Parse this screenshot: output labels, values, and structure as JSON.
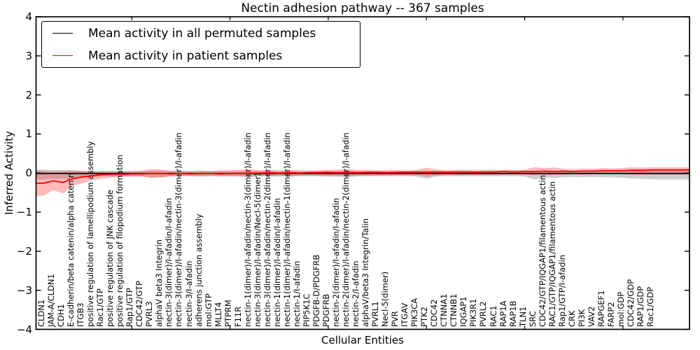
{
  "title": "Nectin adhesion pathway -- 367 samples",
  "axes": {
    "xlabel": "Cellular Entities",
    "ylabel": "Inferred Activity",
    "ytick_labels": [
      "4",
      "3",
      "2",
      "1",
      "0",
      "−1",
      "−2",
      "−3",
      "−4"
    ],
    "ytick_values": [
      4,
      3,
      2,
      1,
      0,
      -1,
      -2,
      -3,
      -4
    ]
  },
  "legend": {
    "position": "upper left",
    "items": [
      {
        "label": "Mean activity in all permuted samples",
        "color": "#000000"
      },
      {
        "label": "Mean activity in patient samples",
        "color": "#ff0000"
      }
    ]
  },
  "chart_data": {
    "type": "line",
    "title": "Nectin adhesion pathway -- 367 samples",
    "xlabel": "Cellular Entities",
    "ylabel": "Inferred Activity",
    "ylim": [
      -4,
      4
    ],
    "grid": false,
    "legend_position": "upper left",
    "zero_reference_line": {
      "style": "dotted",
      "color": "#000000",
      "y": 0
    },
    "x_major_tick_entities": [
      10,
      20,
      30,
      40,
      50,
      60
    ],
    "categories": [
      "CLDN1",
      "JAM-A/CLDN1",
      "CDH1",
      "E-cadherin/beta catenin/alpha catenin",
      "ITGB3",
      "positive regulation of lamellipodium assembly",
      "Rac1/GTP",
      "positive regulation of JNK cascade",
      "positive regulation of filopodium formation",
      "Rap1/GTP",
      "CDC42/GTP",
      "PVRL3",
      "alphaV beta3 Integrin",
      "nectin-3(dimer)/I-afadin/I-afadin",
      "nectin-3(dimer)/I-afadin/nectin-3(dimer)/I-afadin",
      "nectin-3/I-afadin",
      "adherens junction assembly",
      "mol:GTP",
      "MLLT4",
      "PTPRM",
      "F11R",
      "nectin-1(dimer)/I-afadin/nectin-3(dimer)/I-afadin",
      "nectin-3(dimer)/I-afadin/Necl-5(dimer)",
      "nectin-3(dimer)/I-afadin/nectin-2(dimer)/I-afadin",
      "nectin-1(dimer)/I-afadin/I-afadin",
      "nectin-1(dimer)/I-afadin/nectin-1(dimer)/I-afadin",
      "nectin-1/I-afadin",
      "PIP5K1C",
      "PDGFB-D/PDGFRB",
      "PDGFRB",
      "nectin-2(dimer)/I-afadin/I-afadin",
      "nectin-2(dimer)/I-afadin/nectin-2(dimer)/I-afadin",
      "nectin-2/I-afadin",
      "alphaV/beta3 Integrin/Talin",
      "PVRL1",
      "Necl-5(dimer)",
      "PVR",
      "ITGAV",
      "PIK3CA",
      "PTK2",
      "CDC42",
      "CTNNA1",
      "CTNNB1",
      "IQGAP1",
      "PIK3R1",
      "PVRL2",
      "RAC1",
      "RAP1A",
      "RAP1B",
      "TLN1",
      "SRC",
      "CDC42/GTP/IQGAP1/filamentous actin",
      "RAC1/GTP/IQGAP1/filamentous actin",
      "Rap1/GTP/I-afadin",
      "CRK",
      "PI3K",
      "VAV2",
      "RAPGEF1",
      "FARP2",
      "mol:GDP",
      "CDC42/GDP",
      "RAP1/GDP",
      "Rac1/GDP"
    ],
    "series": [
      {
        "name": "Mean activity in all permuted samples",
        "color": "#000000",
        "band_fill": "rgba(115,115,115,0.35)",
        "values": [
          -0.01,
          -0.01,
          -0.01,
          -0.01,
          -0.01,
          -0.01,
          -0.01,
          -0.01,
          -0.01,
          -0.01,
          -0.01,
          -0.01,
          -0.01,
          -0.01,
          -0.01,
          -0.01,
          -0.01,
          -0.01,
          -0.01,
          -0.01,
          -0.01,
          -0.01,
          -0.01,
          -0.01,
          -0.01,
          -0.01,
          -0.01,
          -0.01,
          -0.01,
          -0.01,
          -0.01,
          -0.01,
          -0.01,
          -0.01,
          -0.01,
          -0.01,
          -0.01,
          -0.01,
          -0.01,
          -0.01,
          -0.01,
          -0.01,
          -0.01,
          -0.01,
          -0.01,
          -0.01,
          -0.01,
          -0.01,
          -0.01,
          -0.01,
          -0.01,
          -0.01,
          -0.01,
          -0.01,
          -0.01,
          -0.01,
          -0.01,
          -0.01,
          -0.01,
          -0.01,
          -0.01,
          -0.01,
          -0.01
        ],
        "band_upper": [
          0.09,
          0.08,
          0.08,
          0.07,
          0.06,
          0.05,
          0.05,
          0.05,
          0.05,
          0.05,
          0.05,
          0.06,
          0.06,
          0.05,
          0.05,
          0.05,
          0.05,
          0.05,
          0.05,
          0.05,
          0.05,
          0.06,
          0.05,
          0.05,
          0.05,
          0.05,
          0.05,
          0.05,
          0.05,
          0.05,
          0.05,
          0.06,
          0.05,
          0.05,
          0.05,
          0.05,
          0.05,
          0.05,
          0.05,
          0.06,
          0.05,
          0.05,
          0.05,
          0.05,
          0.05,
          0.05,
          0.05,
          0.05,
          0.05,
          0.05,
          0.06,
          0.05,
          0.05,
          0.05,
          0.05,
          0.05,
          0.05,
          0.05,
          0.05,
          0.05,
          0.06,
          0.06,
          0.06
        ],
        "band_lower": [
          -0.16,
          -0.14,
          -0.14,
          -0.12,
          -0.1,
          -0.09,
          -0.08,
          -0.08,
          -0.08,
          -0.08,
          -0.08,
          -0.12,
          -0.11,
          -0.08,
          -0.08,
          -0.08,
          -0.09,
          -0.08,
          -0.08,
          -0.08,
          -0.09,
          -0.1,
          -0.08,
          -0.09,
          -0.08,
          -0.09,
          -0.08,
          -0.08,
          -0.08,
          -0.09,
          -0.09,
          -0.1,
          -0.08,
          -0.08,
          -0.08,
          -0.08,
          -0.08,
          -0.08,
          -0.09,
          -0.14,
          -0.09,
          -0.08,
          -0.08,
          -0.08,
          -0.08,
          -0.08,
          -0.08,
          -0.08,
          -0.08,
          -0.09,
          -0.16,
          -0.12,
          -0.12,
          -0.11,
          -0.1,
          -0.11,
          -0.1,
          -0.11,
          -0.11,
          -0.12,
          -0.14,
          -0.15,
          -0.16
        ]
      },
      {
        "name": "Mean activity in patient samples",
        "color": "#ff0000",
        "band_fill": "rgba(255,26,28,0.30)",
        "values": [
          -0.26,
          -0.2,
          -0.24,
          -0.14,
          -0.1,
          -0.07,
          -0.04,
          -0.03,
          -0.03,
          -0.02,
          -0.02,
          -0.01,
          -0.01,
          -0.02,
          -0.01,
          -0.02,
          -0.01,
          -0.01,
          -0.02,
          -0.01,
          -0.01,
          0.0,
          0.0,
          0.01,
          0.0,
          0.01,
          0.0,
          0.01,
          0.01,
          0.02,
          0.01,
          0.02,
          0.01,
          0.02,
          0.02,
          0.01,
          0.02,
          0.02,
          0.03,
          0.02,
          0.03,
          0.02,
          0.03,
          0.03,
          0.02,
          0.03,
          0.03,
          0.04,
          0.03,
          0.04,
          0.04,
          0.05,
          0.04,
          0.05,
          0.04,
          0.05,
          0.05,
          0.06,
          0.06,
          0.06,
          0.07,
          0.07,
          0.08
        ],
        "band_upper": [
          0.05,
          0.04,
          0.05,
          0.06,
          0.05,
          0.04,
          0.05,
          0.05,
          0.05,
          0.05,
          0.06,
          0.1,
          0.09,
          0.06,
          0.06,
          0.05,
          0.06,
          0.05,
          0.07,
          0.07,
          0.08,
          0.1,
          0.07,
          0.08,
          0.07,
          0.08,
          0.07,
          0.06,
          0.07,
          0.08,
          0.09,
          0.1,
          0.08,
          0.08,
          0.07,
          0.07,
          0.08,
          0.07,
          0.08,
          0.14,
          0.09,
          0.08,
          0.08,
          0.08,
          0.08,
          0.08,
          0.08,
          0.08,
          0.08,
          0.09,
          0.15,
          0.13,
          0.14,
          0.11,
          0.1,
          0.12,
          0.11,
          0.13,
          0.12,
          0.13,
          0.15,
          0.14,
          0.15
        ],
        "band_lower": [
          -0.58,
          -0.44,
          -0.52,
          -0.32,
          -0.26,
          -0.18,
          -0.14,
          -0.11,
          -0.1,
          -0.09,
          -0.09,
          -0.12,
          -0.11,
          -0.08,
          -0.08,
          -0.07,
          -0.08,
          -0.07,
          -0.08,
          -0.08,
          -0.08,
          -0.1,
          -0.07,
          -0.08,
          -0.07,
          -0.08,
          -0.07,
          -0.06,
          -0.07,
          -0.08,
          -0.08,
          -0.09,
          -0.07,
          -0.07,
          -0.06,
          -0.06,
          -0.06,
          -0.06,
          -0.06,
          -0.09,
          -0.06,
          -0.05,
          -0.05,
          -0.05,
          -0.05,
          -0.05,
          -0.04,
          -0.04,
          -0.04,
          -0.04,
          -0.06,
          -0.05,
          -0.05,
          -0.04,
          -0.03,
          -0.04,
          -0.03,
          -0.03,
          -0.03,
          -0.03,
          -0.04,
          -0.04,
          -0.04
        ]
      }
    ]
  }
}
